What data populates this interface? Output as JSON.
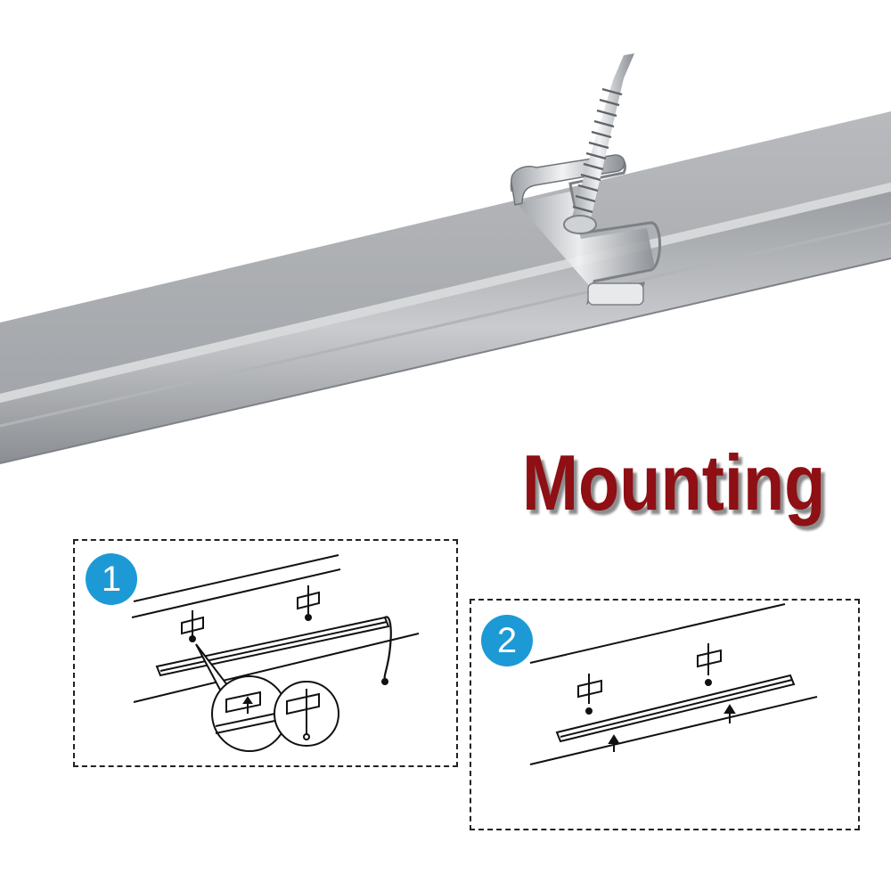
{
  "title": "Mounting",
  "colors": {
    "title_red": "#8e0f14",
    "badge_blue": "#1d9ad6",
    "rail_gray": "#a9acb0",
    "clip_steel": "#d9dcdf"
  },
  "steps": [
    {
      "number": "1"
    },
    {
      "number": "2"
    }
  ],
  "icons": [
    "screw-icon",
    "mounting-clip-icon",
    "up-arrow-icon"
  ]
}
